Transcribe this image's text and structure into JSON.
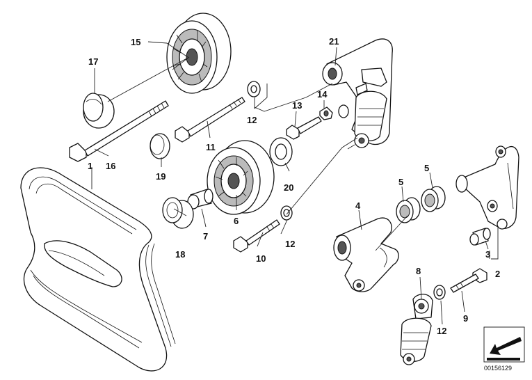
{
  "callouts": {
    "c1": "1",
    "c2": "2",
    "c3": "3",
    "c4": "4",
    "c5a": "5",
    "c5b": "5",
    "c6": "6",
    "c7": "7",
    "c8": "8",
    "c9": "9",
    "c10": "10",
    "c11": "11",
    "c12a": "12",
    "c12b": "12",
    "c12c": "12",
    "c13": "13",
    "c14": "14",
    "c15": "15",
    "c16": "16",
    "c17": "17",
    "c18": "18",
    "c19": "19",
    "c20": "20",
    "c21": "21"
  },
  "diagram_id": "00156129"
}
